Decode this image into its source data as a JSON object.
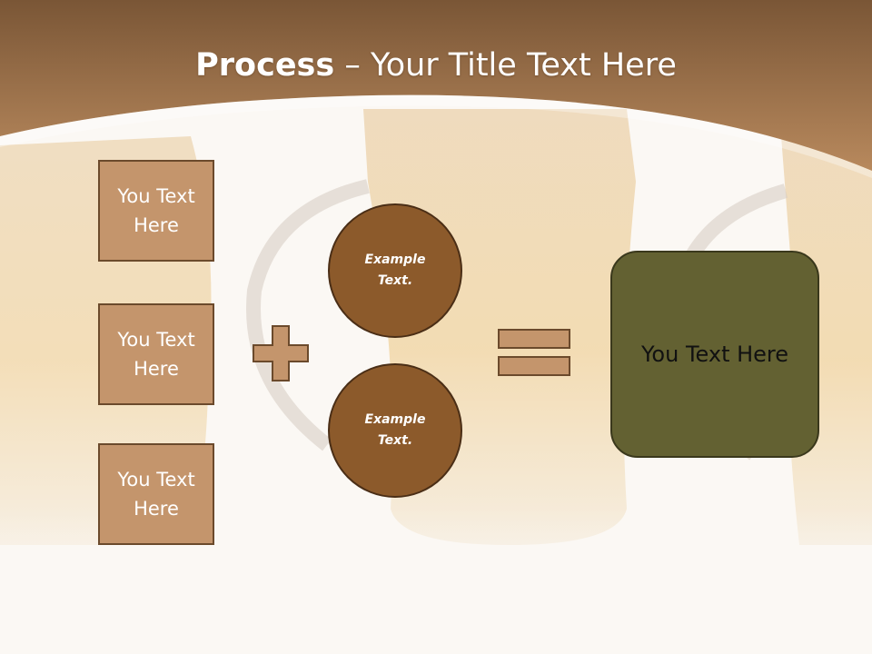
{
  "header": {
    "title_bold": "Process",
    "title_rest": " – Your Title Text Here"
  },
  "inputs": [
    {
      "label": "You Text Here"
    },
    {
      "label": "You Text Here"
    },
    {
      "label": "You Text Here"
    }
  ],
  "circles": [
    {
      "label": "Example Text."
    },
    {
      "label": "Example Text."
    }
  ],
  "result": {
    "label": "You Text Here"
  },
  "colors": {
    "header": "#a97c52",
    "box": "#c4956c",
    "circle": "#8c5a2b",
    "result": "#636132"
  },
  "icons": {
    "plus": "plus-sign",
    "equals": "equals-sign"
  }
}
